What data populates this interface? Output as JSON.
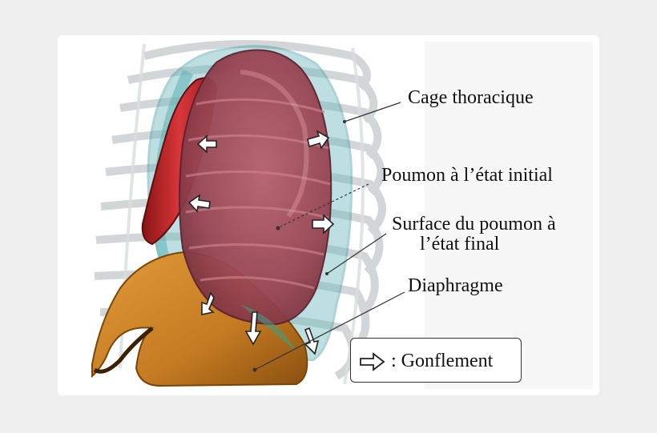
{
  "labels": {
    "cage": "Cage thoracique",
    "poumon_initial": "Poumon à l’état initial",
    "surface_line1": "Surface du poumon à",
    "surface_line2": "l’état final",
    "diaphragme": "Diaphragme"
  },
  "legend": {
    "icon": "hollow-right-arrow-icon",
    "text": ": Gonflement"
  },
  "colors": {
    "lung": "#a8505e",
    "lung_dark": "#6e2a36",
    "final_surface": "#6fb9bd",
    "diaphragm": "#d08a2e",
    "rib_cage": "#bfc6c8",
    "heart_red": "#c0282a"
  }
}
